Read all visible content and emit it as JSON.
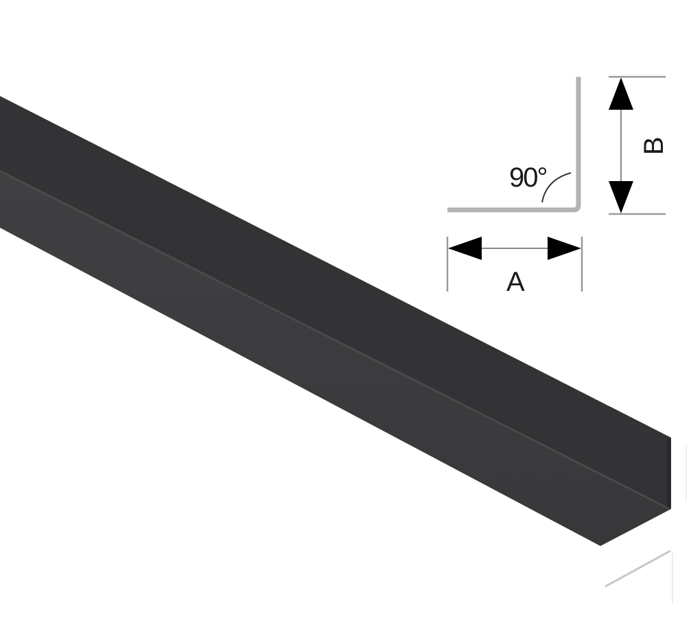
{
  "diagram": {
    "angle_label": "90°",
    "dimension_a_label": "A",
    "dimension_b_label": "B"
  },
  "colors": {
    "profile_top": "#333234",
    "profile_front": "#3b3a3c",
    "outline_gray": "#b3b3b3",
    "arrow": "#000000"
  }
}
